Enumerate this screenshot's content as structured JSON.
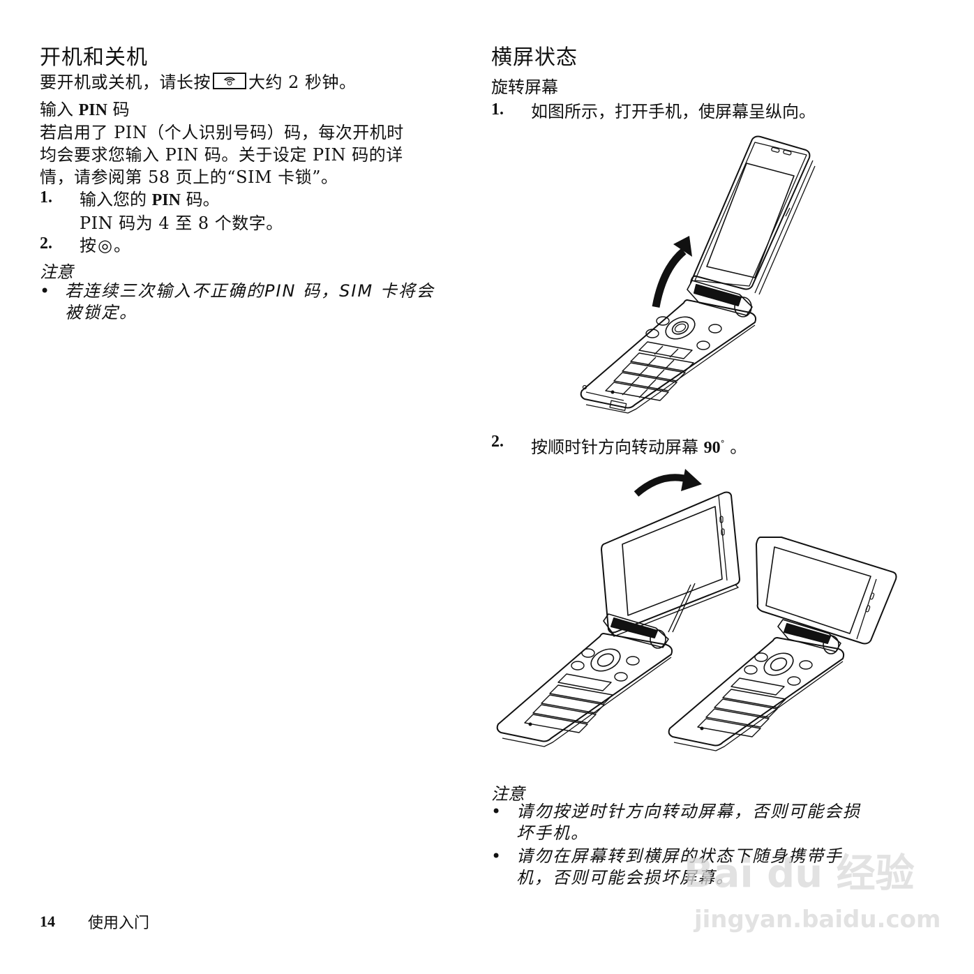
{
  "left": {
    "section1": {
      "title": "开机和关机",
      "text_before": "要开机或关机，请长按",
      "key_icon": "power-end-key-icon",
      "text_after": "大约 2 秒钟。"
    },
    "section2": {
      "title_prefix": "输入 ",
      "title_bold": "PIN",
      "title_suffix": " 码",
      "paragraph": [
        "若启用了 PIN（个人识别号码）码，每次开机时",
        "均会要求您输入 PIN 码。关于设定 PIN 码的详",
        "情，请参阅第 58 页上的“SIM 卡锁”。"
      ],
      "steps": [
        {
          "num": "1.",
          "text_prefix": "输入您的 ",
          "text_bold": "PIN",
          "text_suffix": " 码。",
          "sub": "PIN 码为 4 至 8 个数字。"
        },
        {
          "num": "2.",
          "text_prefix": "按",
          "icon": "select-key-icon",
          "icon_glyph": "◎",
          "text_suffix": "。"
        }
      ],
      "note": {
        "title": "注意",
        "items": [
          {
            "bullet": "•",
            "lines": [
              "若连续三次输入不正确的PIN 码，SIM 卡将会",
              "被锁定。"
            ]
          }
        ]
      }
    }
  },
  "right": {
    "title": "横屏状态",
    "subtitle": "旋转屏幕",
    "steps": [
      {
        "num": "1.",
        "text": "如图所示，打开手机，使屏幕呈纵向。",
        "figure": "phone-open-portrait-illustration"
      },
      {
        "num": "2.",
        "text_prefix": "按顺时针方向转动屏幕 ",
        "text_bold": "90",
        "degree": "°",
        "text_suffix": " 。",
        "figure": "phone-rotate-landscape-illustration"
      }
    ],
    "note": {
      "title": "注意",
      "items": [
        {
          "bullet": "•",
          "lines": [
            "请勿按逆时针方向转动屏幕，否则可能会损",
            "坏手机。"
          ]
        },
        {
          "bullet": "•",
          "lines": [
            "请勿在屏幕转到横屏的状态下随身携带手",
            "机，否则可能会损坏屏幕。"
          ]
        }
      ]
    }
  },
  "footer": {
    "page_number": "14",
    "section_name": "使用入门"
  },
  "watermark": {
    "logo_text": "Bai du 经验",
    "url": "jingyan.baidu.com"
  }
}
